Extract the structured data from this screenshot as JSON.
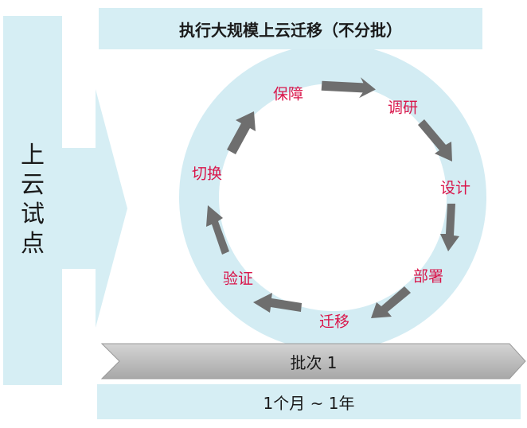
{
  "banner": {
    "title": "执行大规模上云迁移（不分批）"
  },
  "side": {
    "chars": [
      "上",
      "云",
      "试",
      "点"
    ]
  },
  "cycle": {
    "steps": [
      "保障",
      "调研",
      "设计",
      "部署",
      "迁移",
      "验证",
      "切换"
    ]
  },
  "phase": {
    "label": "批次 1"
  },
  "duration": {
    "label": "1个月 ~ 1年"
  },
  "colors": {
    "light_blue": "#d6eef4",
    "ring": "#d3ecf3",
    "arrow_gray": "#6e6e6e",
    "step_red": "#d9154a",
    "bar_gray": "#bdbdbd"
  }
}
